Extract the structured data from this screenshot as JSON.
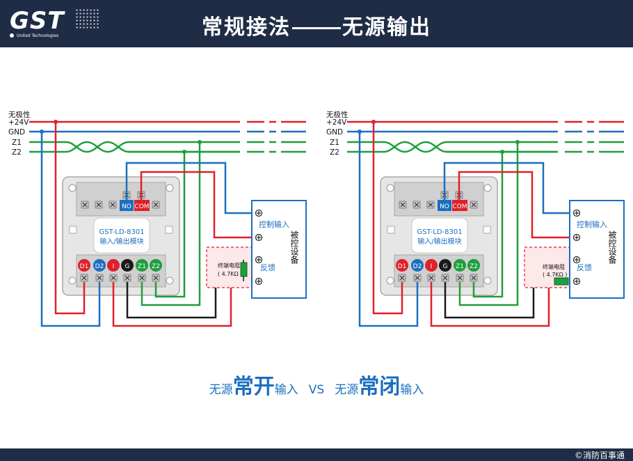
{
  "header": {
    "logo_text": "GST",
    "logo_subtitle": "United Technologies",
    "title_left": "常规接法",
    "title_right": "无源输出"
  },
  "panels": [
    {
      "bus_labels": [
        "无极性",
        "+24V",
        "GND",
        "Z1",
        "Z2"
      ],
      "terminals_top": [
        "NO",
        "COM"
      ],
      "module_name": "GST-LD-8301",
      "module_desc": "输入/输出模块",
      "terminals_bottom": [
        "D1",
        "D2",
        "I",
        "G",
        "Z1",
        "Z2"
      ],
      "resistor_label": "终端电阻",
      "resistor_value": "( 4.7KΩ )",
      "control_input_label": "控制输入",
      "feedback_label": "反馈",
      "device_label": "被控设备"
    },
    {
      "bus_labels": [
        "无极性",
        "+24V",
        "GND",
        "Z1",
        "Z2"
      ],
      "terminals_top": [
        "NO",
        "COM"
      ],
      "module_name": "GST-LD-8301",
      "module_desc": "输入/输出模块",
      "terminals_bottom": [
        "D1",
        "D2",
        "I",
        "G",
        "Z1",
        "Z2"
      ],
      "resistor_label": "终端电阻",
      "resistor_value": "( 4.7KΩ )",
      "control_input_label": "控制输入",
      "feedback_label": "反馈",
      "device_label": "被控设备"
    }
  ],
  "caption": {
    "prefix1": "无源",
    "big1": "常开",
    "suffix1": "输入",
    "vs": "VS",
    "prefix2": "无源",
    "big2": "常闭",
    "suffix2": "输入"
  },
  "footer": {
    "copyright": "©消防百事通"
  },
  "colors": {
    "header_bg": "#1f2c45",
    "red": "#e0202a",
    "blue": "#1b6fc0",
    "green": "#1e9e3c",
    "black": "#1a1a1a",
    "caption": "#1b6fc0"
  }
}
